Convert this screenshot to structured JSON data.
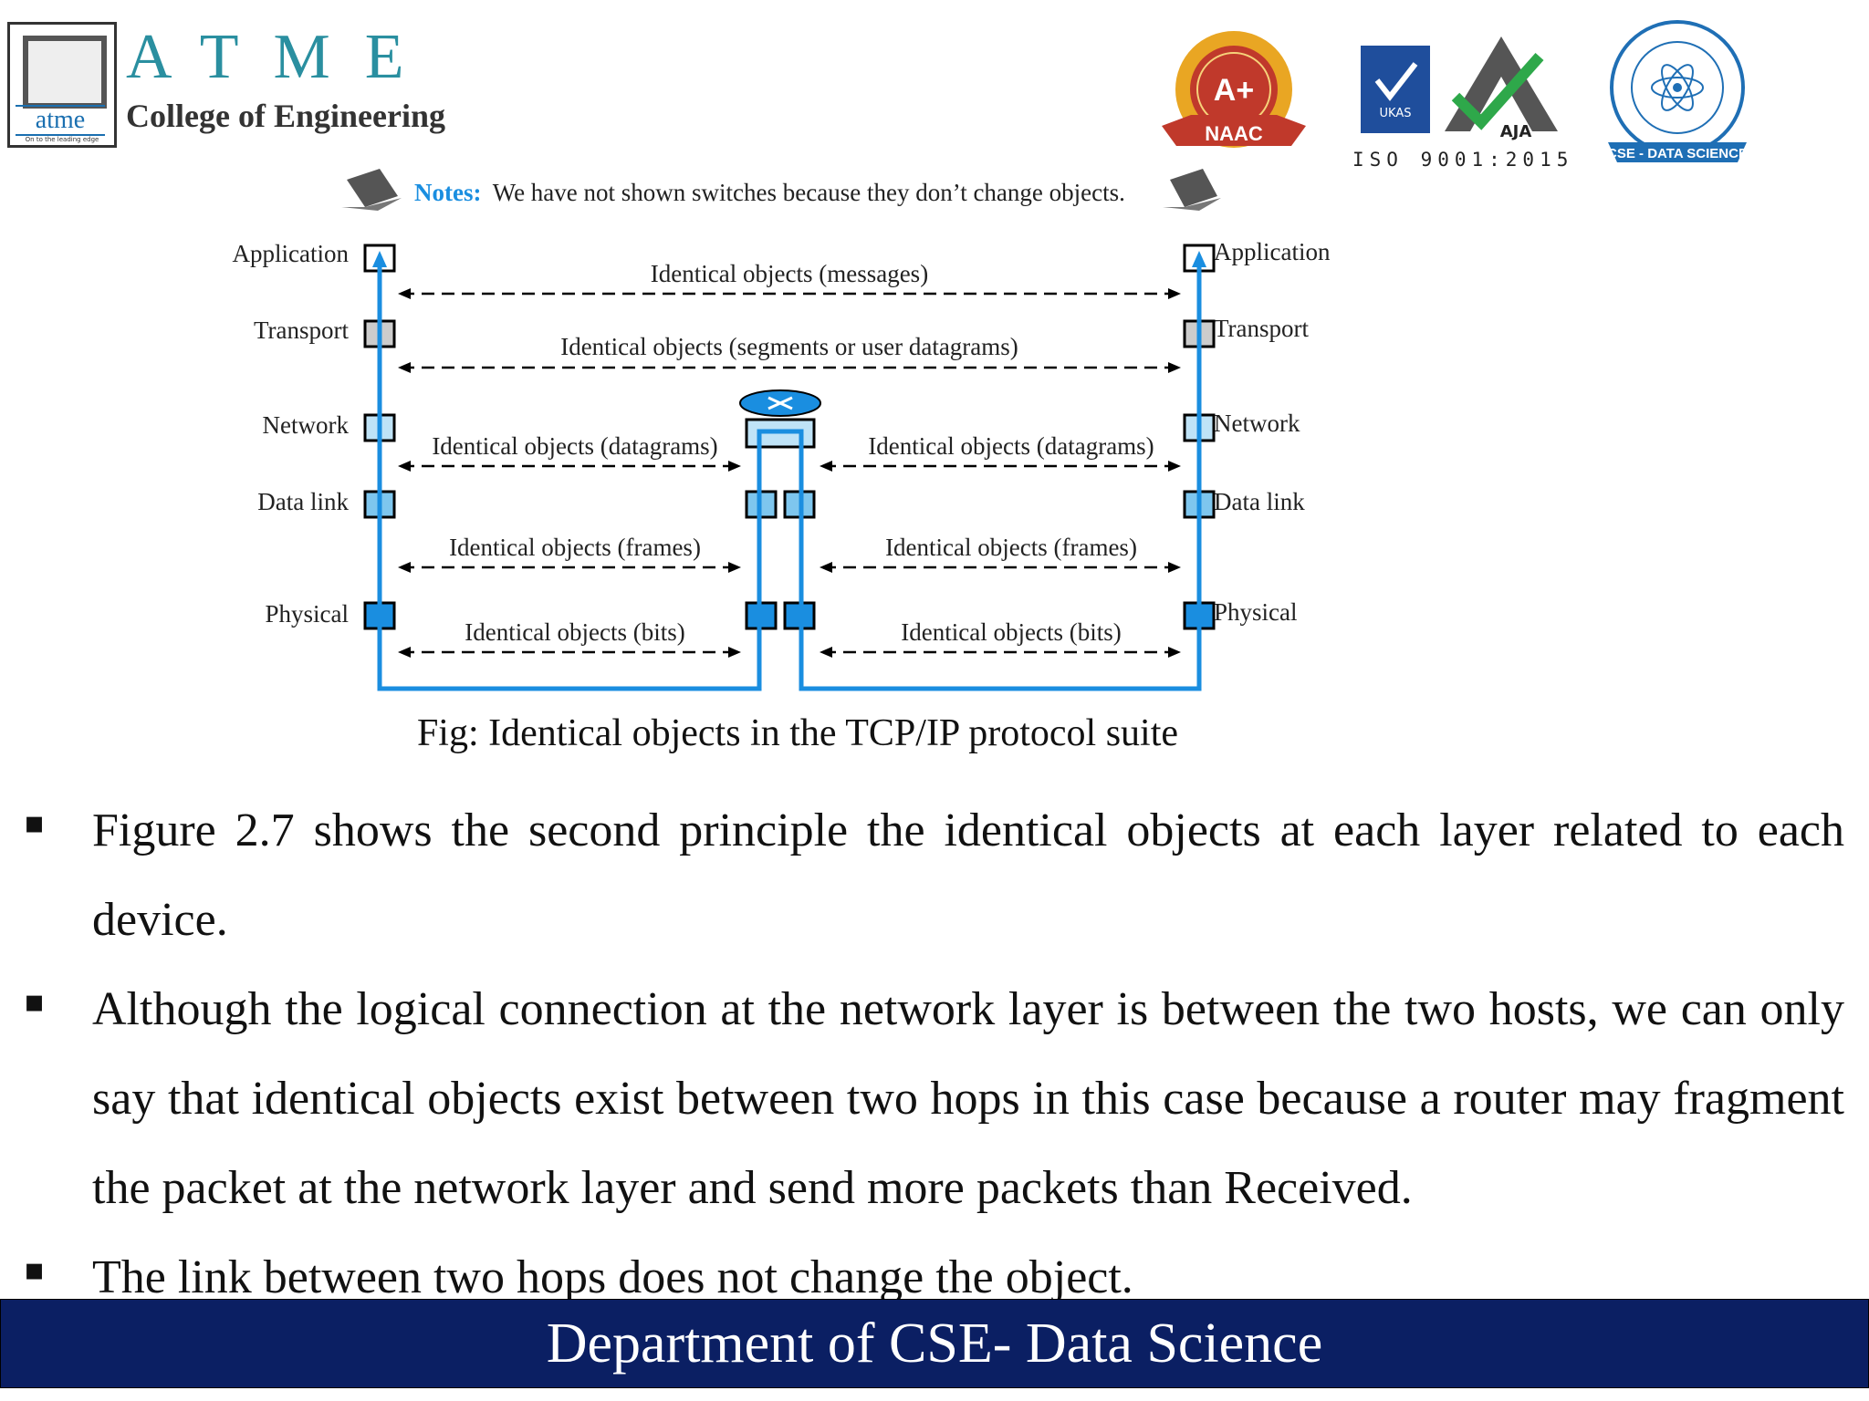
{
  "header": {
    "brand_letters": "ATME",
    "college_name": "College of Engineering",
    "logo_text": "atme",
    "logo_tagline": "On to the leading edge",
    "naac_grade": "A+",
    "naac_label": "NAAC",
    "ukas_label": "UKAS",
    "aja_label": "AJA",
    "iso_label": "ISO 9001:2015",
    "cse_badge": "CSE - DATA SCIENCE"
  },
  "figure": {
    "note_prefix": "Notes:",
    "note_text": "We have not shown switches because they don’t change objects.",
    "left_layers": [
      "Application",
      "Transport",
      "Network",
      "Data link",
      "Physical"
    ],
    "right_layers": [
      "Application",
      "Transport",
      "Network",
      "Data link",
      "Physical"
    ],
    "objects": {
      "messages": "Identical objects (messages)",
      "segments": "Identical objects (segments or user datagrams)",
      "datagrams_left": "Identical objects (datagrams)",
      "datagrams_right": "Identical objects (datagrams)",
      "frames_left": "Identical objects (frames)",
      "frames_right": "Identical objects (frames)",
      "bits_left": "Identical objects (bits)",
      "bits_right": "Identical objects (bits)"
    },
    "caption": "Fig: Identical objects in the TCP/IP protocol suite"
  },
  "bullets": [
    "Figure 2.7 shows the second principle the identical objects at each layer  related to each device.",
    "Although the logical connection at the network layer is between the two  hosts, we can only say that identical objects exist between two hops in this case because a router may fragment the packet at the network layer and  send more packets than Received.",
    "The link between two hops does not change the object."
  ],
  "footer": {
    "department": "Department of CSE- Data Science"
  },
  "colors": {
    "footer_bg": "#0b1f63",
    "path_blue": "#1a8ee0",
    "brand_teal": "#2a8fa0"
  }
}
